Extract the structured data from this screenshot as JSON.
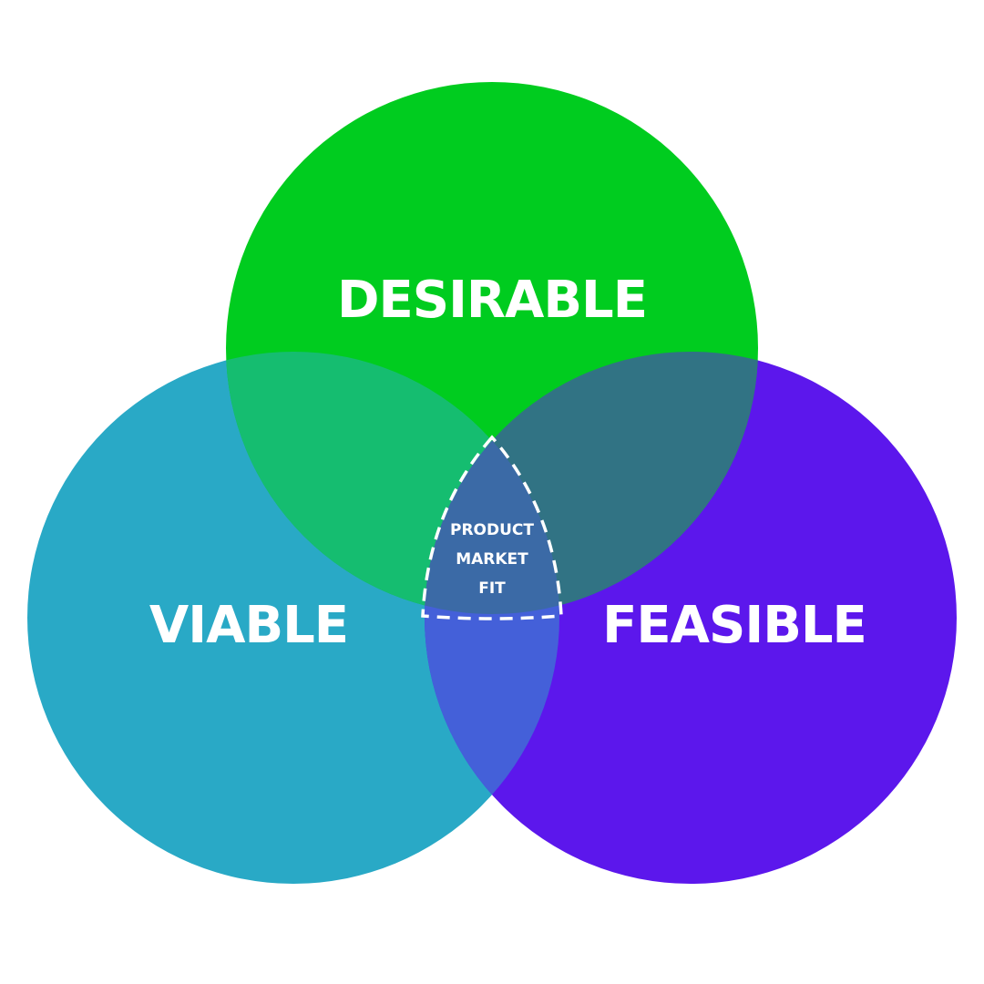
{
  "diagram": {
    "circles": [
      {
        "id": "desirable",
        "label": "DESIRABLE",
        "color": "#00cc1f"
      },
      {
        "id": "viable",
        "label": "VIABLE",
        "color": "#29a9c6"
      },
      {
        "id": "feasible",
        "label": "FEASIBLE",
        "color": "#5c17ec"
      }
    ],
    "overlaps": {
      "desirable_viable": "#15bd70",
      "desirable_feasible": "#317384",
      "viable_feasible": "#4460d9",
      "center": "#3b6aa6"
    },
    "center_label": {
      "lines": [
        "PRODUCT",
        "MARKET",
        "FIT"
      ],
      "border_style": "dashed",
      "border_color": "#ffffff"
    }
  }
}
